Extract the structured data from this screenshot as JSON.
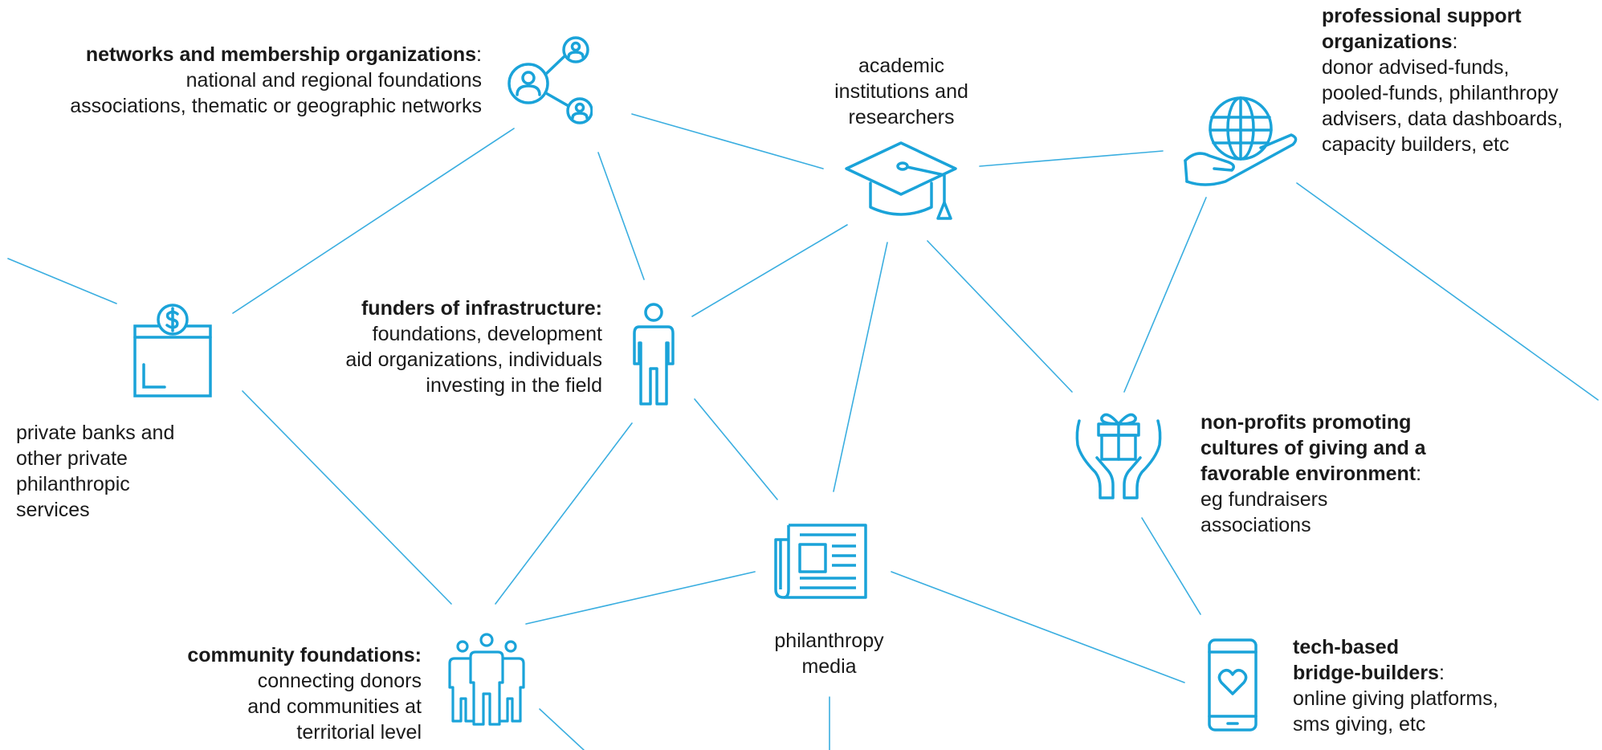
{
  "colors": {
    "accent": "#1aa3d9",
    "line": "#3aaee0",
    "text": "#1a1a1a"
  },
  "nodes": {
    "networks": {
      "icon": "share-network-icon",
      "title": "networks and membership organizations",
      "suffix": ":",
      "desc": [
        "national and regional foundations",
        "associations, thematic or geographic networks"
      ]
    },
    "academic": {
      "icon": "graduation-cap-icon",
      "title_lines": [
        "academic",
        "institutions and",
        "researchers"
      ]
    },
    "professional": {
      "icon": "globe-in-hand-icon",
      "title_lines": [
        "professional support",
        "organizations"
      ],
      "suffix": ":",
      "desc": [
        "donor advised-funds,",
        "pooled-funds, philanthropy",
        "advisers, data dashboards,",
        "capacity builders, etc"
      ]
    },
    "banks": {
      "icon": "donation-box-icon",
      "title_lines": [
        "private banks and",
        "other private",
        "philanthropic",
        "services"
      ]
    },
    "funders": {
      "icon": "person-icon",
      "title": "funders of infrastructure:",
      "desc": [
        "foundations, development",
        "aid organizations, individuals",
        "investing in the field"
      ]
    },
    "nonprofits": {
      "icon": "gift-in-hands-icon",
      "title_lines": [
        "non-profits promoting",
        "cultures of giving and a",
        "favorable environment"
      ],
      "suffix": ":",
      "desc": [
        "eg fundraisers",
        "associations"
      ]
    },
    "media": {
      "icon": "newspaper-icon",
      "title_lines": [
        "philanthropy",
        "media"
      ]
    },
    "community": {
      "icon": "people-group-icon",
      "title": "community foundations:",
      "desc": [
        "connecting donors",
        "and communities at",
        "territorial level"
      ]
    },
    "tech": {
      "icon": "smartphone-heart-icon",
      "title_lines": [
        "tech-based",
        "bridge-builders"
      ],
      "suffix": ":",
      "desc": [
        "online giving platforms,",
        "sms giving, etc"
      ]
    }
  }
}
